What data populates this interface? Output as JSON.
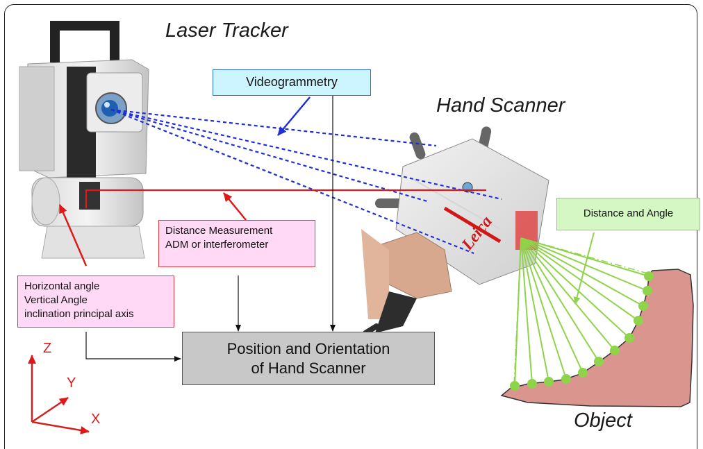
{
  "titles": {
    "laser_tracker": "Laser Tracker",
    "hand_scanner": "Hand Scanner",
    "object": "Object"
  },
  "boxes": {
    "videogrammetry": "Videogrammetry",
    "distance_measurement": [
      "Distance Measurement",
      "ADM or interferometer"
    ],
    "angles": [
      "Horizontal angle",
      "Vertical Angle",
      "inclination principal axis"
    ],
    "position_orientation": [
      "Position and Orientation",
      "of Hand Scanner"
    ],
    "distance_angle": "Distance and Angle"
  },
  "axes": {
    "z": "Z",
    "y": "Y",
    "x": "X"
  },
  "scanner_brand": "Leica",
  "colors": {
    "videogrammetry_line": "#1f2fd6",
    "laser_line": "#e01818",
    "scan_rays": "#8fd34a",
    "object_fill": "#d9958e",
    "flow_arrow": "#111111",
    "axis": "#d02020"
  }
}
